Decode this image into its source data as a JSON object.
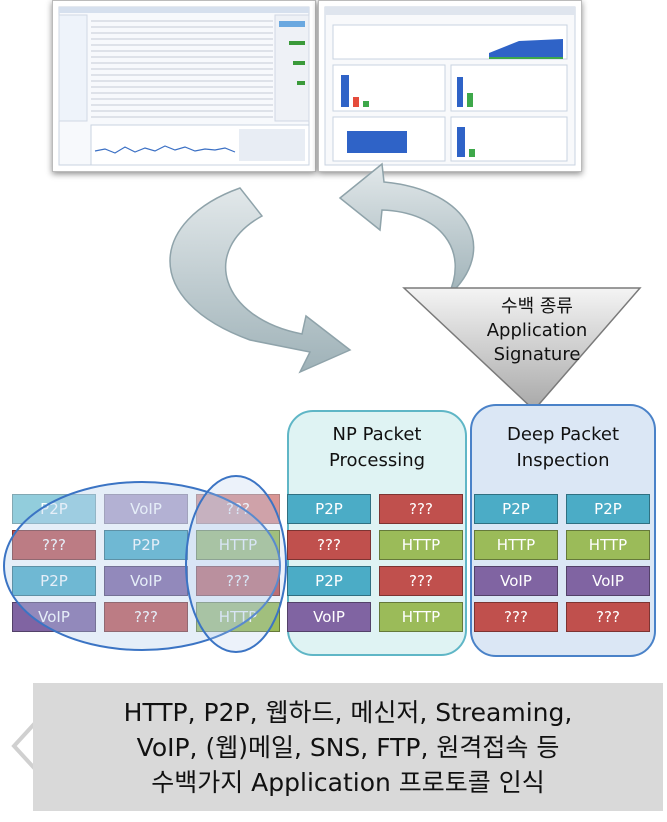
{
  "funnel_label": "수백 종류\nApplication\nSignature",
  "np_title": "NP Packet\nProcessing",
  "dpi_title": "Deep Packet\nInspection",
  "summary": "HTTP, P2P, 웹하드, 메신저, Streaming,\nVoIP, (웹)메일, SNS, FTP, 원격접속 등\n수백가지 Application 프로토콜 인식",
  "colors": {
    "P2P": "#4bacc6",
    "VoIP": "#8064a2",
    "unknown": "#c0504d",
    "HTTP": "#9bbb59",
    "np_bubble": "#dff3f3",
    "dpi_bubble": "#dbe7f5",
    "summary_bg": "#d9d9d9"
  },
  "grid_left": [
    [
      "P2P",
      "VoIP",
      "???"
    ],
    [
      "???",
      "P2P",
      "HTTP"
    ],
    [
      "P2P",
      "VoIP",
      "???"
    ],
    [
      "VoIP",
      "???",
      "HTTP"
    ]
  ],
  "grid_np": [
    [
      "P2P",
      "???"
    ],
    [
      "???",
      "HTTP"
    ],
    [
      "P2P",
      "???"
    ],
    [
      "VoIP",
      "HTTP"
    ]
  ],
  "grid_dpi": [
    [
      "P2P",
      "P2P"
    ],
    [
      "HTTP",
      "HTTP"
    ],
    [
      "VoIP",
      "VoIP"
    ],
    [
      "???",
      "???"
    ]
  ]
}
